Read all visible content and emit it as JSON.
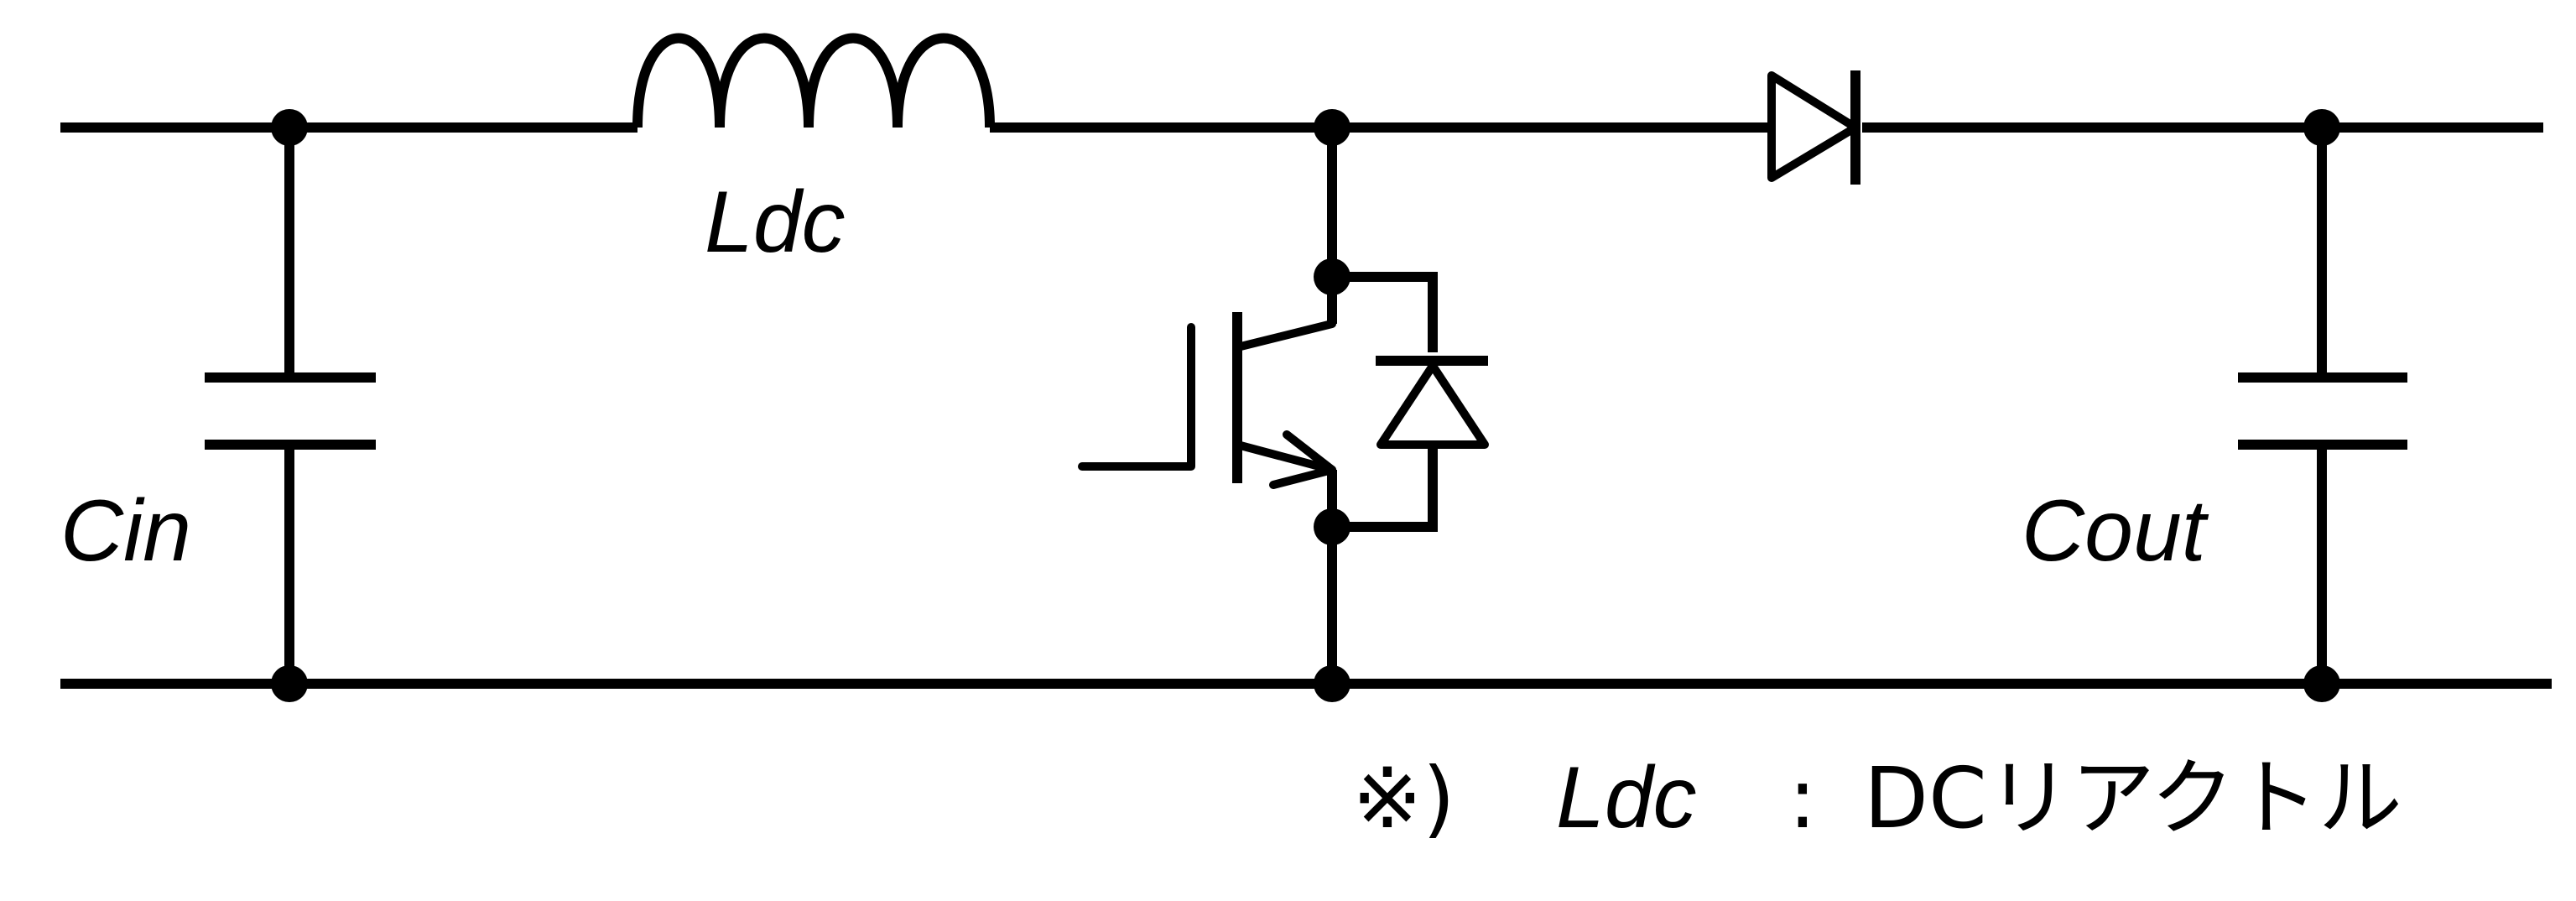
{
  "diagram": {
    "labels": {
      "inductor": "Ldc",
      "input_capacitor": "Cin",
      "output_capacitor": "Cout"
    },
    "note": {
      "mark": "※)",
      "term": "Ldc",
      "separator": ":",
      "description": "DCリアクトル"
    },
    "components": [
      "input-capacitor",
      "inductor",
      "switching-transistor",
      "freewheeling-diode",
      "output-diode",
      "output-capacitor"
    ]
  }
}
